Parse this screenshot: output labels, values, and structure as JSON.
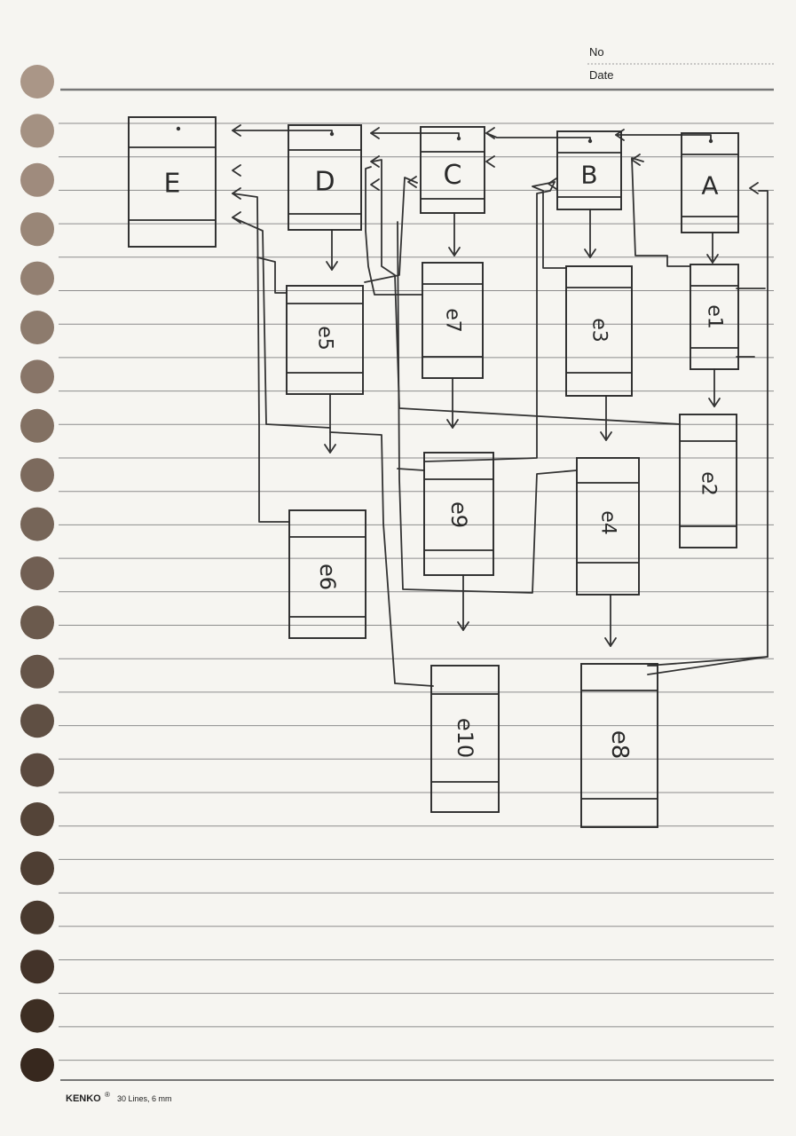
{
  "header": {
    "no_label": "No",
    "date_label": "Date"
  },
  "footer": {
    "brand": "KENKO",
    "registered_mark": "®",
    "spec": "30 Lines, 6 mm"
  },
  "nodes": [
    {
      "id": "E",
      "label": "E"
    },
    {
      "id": "D",
      "label": "D"
    },
    {
      "id": "C",
      "label": "C"
    },
    {
      "id": "B",
      "label": "B"
    },
    {
      "id": "A",
      "label": "A"
    },
    {
      "id": "e5",
      "label": "e5"
    },
    {
      "id": "e7",
      "label": "e7"
    },
    {
      "id": "e3",
      "label": "e3"
    },
    {
      "id": "e1",
      "label": "e1"
    },
    {
      "id": "e9",
      "label": "e9"
    },
    {
      "id": "e4",
      "label": "e4"
    },
    {
      "id": "e2",
      "label": "e2"
    },
    {
      "id": "e6",
      "label": "e6"
    },
    {
      "id": "e10",
      "label": "e10"
    },
    {
      "id": "e8",
      "label": "e8"
    }
  ],
  "edges": [
    {
      "from": "A",
      "to": "B"
    },
    {
      "from": "B",
      "to": "C"
    },
    {
      "from": "C",
      "to": "D"
    },
    {
      "from": "D",
      "to": "E"
    },
    {
      "from": "A",
      "to": "e1"
    },
    {
      "from": "e1",
      "to": "e2"
    },
    {
      "from": "B",
      "to": "e3"
    },
    {
      "from": "e3",
      "to": "e4"
    },
    {
      "from": "C",
      "to": "e7"
    },
    {
      "from": "e7",
      "to": "e9"
    },
    {
      "from": "D",
      "to": "e5"
    },
    {
      "from": "e5",
      "to": "e6"
    },
    {
      "from": "e9",
      "to": "e10"
    },
    {
      "from": "e4",
      "to": "e8"
    }
  ]
}
